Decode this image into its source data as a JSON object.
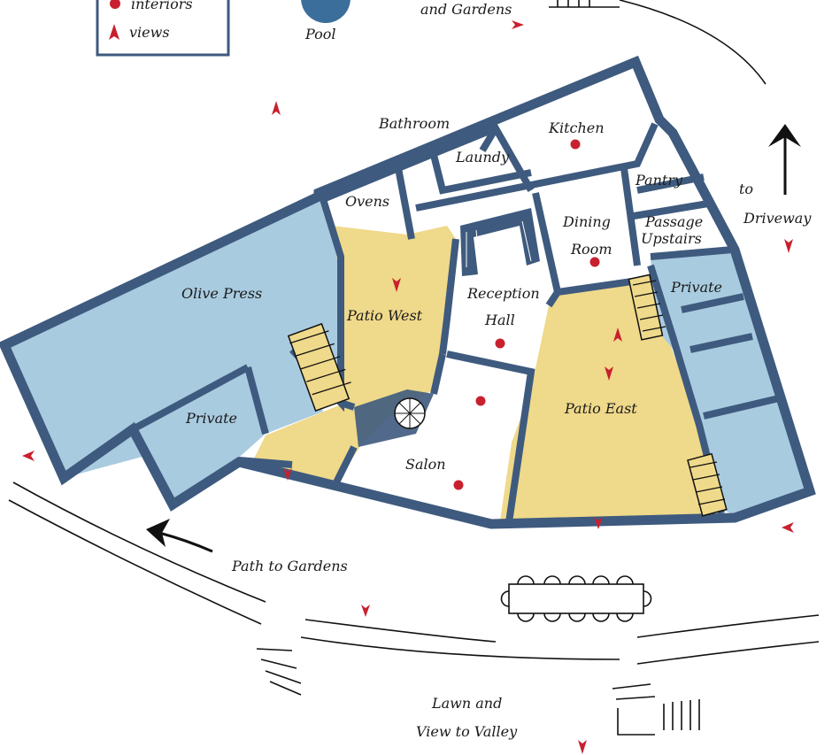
{
  "legend": {
    "interiors_label": "interiors",
    "views_label": "views"
  },
  "colors": {
    "wall": "#3e5a7e",
    "private": "#a9cbe0",
    "patio": "#efd98a",
    "marker": "#c8202e",
    "pool": "#3b6e9b"
  },
  "top_labels": {
    "pool": "Pool",
    "gardens": "and Gardens"
  },
  "rooms": {
    "bathroom": "Bathroom",
    "kitchen": "Kitchen",
    "laundry": "Laundy",
    "pantry": "Pantry",
    "ovens": "Ovens",
    "dining_1": "Dining",
    "dining_2": "Room",
    "passage_1": "Passage",
    "passage_2": "Upstairs",
    "olive_press": "Olive Press",
    "patio_west": "Patio West",
    "reception_1": "Reception",
    "reception_2": "Hall",
    "private_left": "Private",
    "private_right": "Private",
    "patio_east": "Patio East",
    "salon": "Salon"
  },
  "outside": {
    "to": "to",
    "driveway": "Driveway",
    "path_gardens": "Path to Gardens",
    "lawn_1": "Lawn and",
    "lawn_2": "View to Valley"
  }
}
